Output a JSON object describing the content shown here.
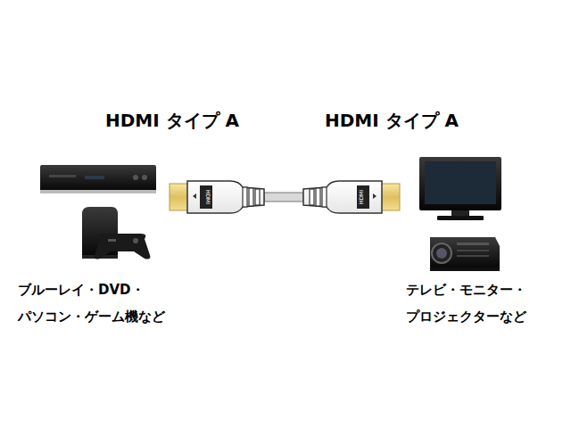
{
  "diagram": {
    "labels": [
      "HDMI タイプ A",
      "HDMI タイプ A",
      "ブルーレイ・DVD・ パソコン・ゲーム機など",
      "テレビ・モニター・ プロジェクターなど"
    ]
  }
}
